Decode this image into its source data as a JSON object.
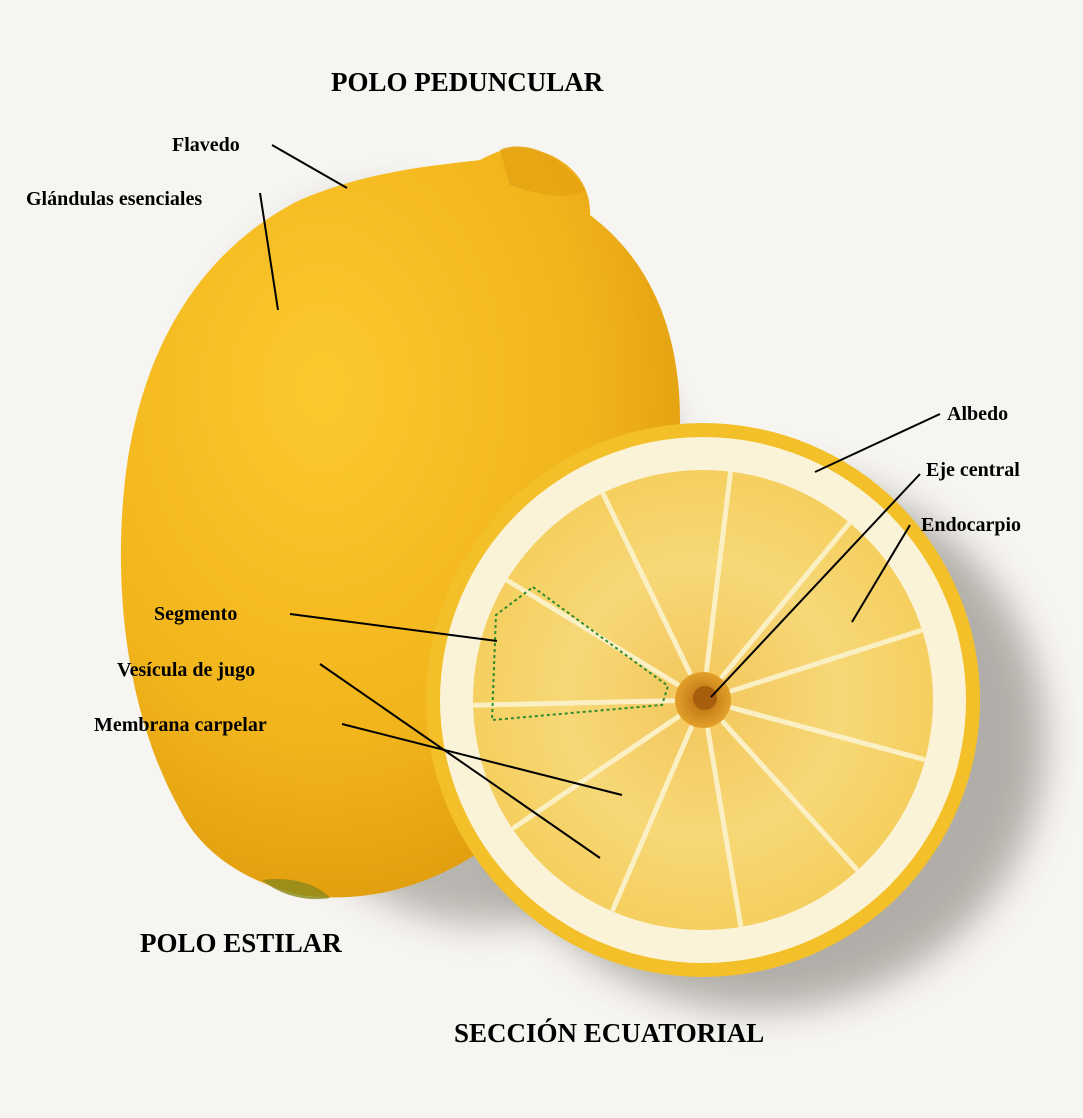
{
  "headings": {
    "top_pole": "POLO PEDUNCULAR",
    "bottom_pole": "POLO ESTILAR",
    "cross_section": "SECCIÓN ECUATORIAL"
  },
  "labels": {
    "flavedo": "Flavedo",
    "glands": "Glándulas esenciales",
    "albedo": "Albedo",
    "central_axis": "Eje central",
    "endocarp": "Endocarpio",
    "segment": "Segmento",
    "juice_vesicle": "Vesícula de jugo",
    "carpel_membrane": "Membrana carpelar"
  },
  "colors": {
    "background": "#f7f5f1",
    "peel": "#f2b51c",
    "albedo": "#fbf3d7",
    "pulp": "#f6d46a",
    "leader_line": "#000000",
    "segment_outline": "#2e8b2e"
  }
}
